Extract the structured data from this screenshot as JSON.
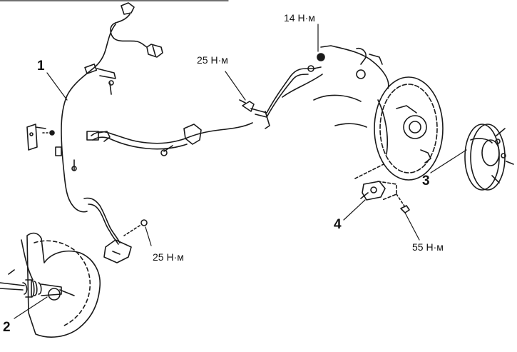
{
  "callouts": {
    "c1": "1",
    "c2": "2",
    "c3": "3",
    "c4": "4"
  },
  "torques": {
    "t14": "14 Н·м",
    "t25_top": "25 Н·м",
    "t25_bottom": "25 Н·м",
    "t55": "55 Н·м"
  },
  "colors": {
    "ink": "#111111",
    "background": "#ffffff"
  }
}
